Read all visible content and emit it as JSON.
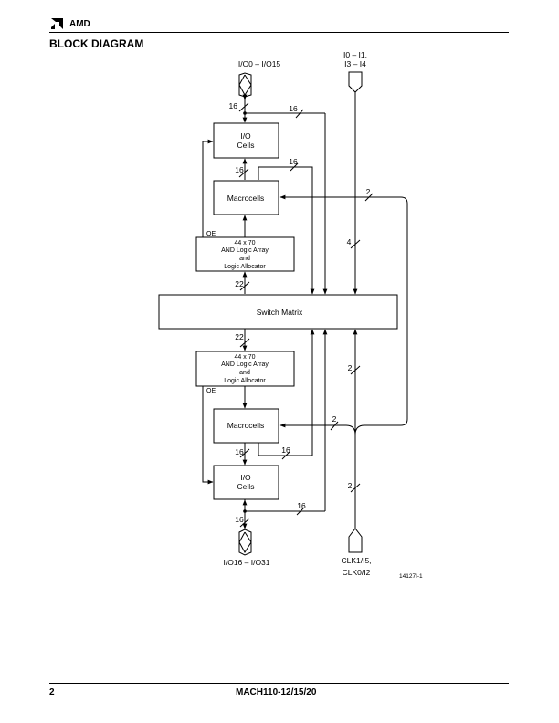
{
  "header": {
    "brand": "AMD"
  },
  "title": "BLOCK DIAGRAM",
  "pins": {
    "io_top": "I/O0 – I/O15",
    "io_bottom": "I/O16 – I/O31",
    "inputs_line1": "I0 – I1,",
    "inputs_line2": "I3 – I4",
    "clk_line1": "CLK1/I5,",
    "clk_line2": "CLK0/I2"
  },
  "blocks": {
    "io_cells_top": [
      "I/O",
      "Cells"
    ],
    "macrocells_top": "Macrocells",
    "and_array_top": [
      "44 x 70",
      "AND Logic Array",
      "and",
      "Logic Allocator"
    ],
    "switch_matrix": "Switch Matrix",
    "and_array_bottom": [
      "44 x 70",
      "AND Logic Array",
      "and",
      "Logic Allocator"
    ],
    "macrocells_bottom": "Macrocells",
    "io_cells_bottom": [
      "I/O",
      "Cells"
    ]
  },
  "signals": {
    "oe": "OE",
    "bus16": "16",
    "bus22": "22",
    "bus4": "4",
    "bus2": "2"
  },
  "figure_id": "14127I-1",
  "footer": {
    "page": "2",
    "doc": "MACH110-12/15/20"
  }
}
